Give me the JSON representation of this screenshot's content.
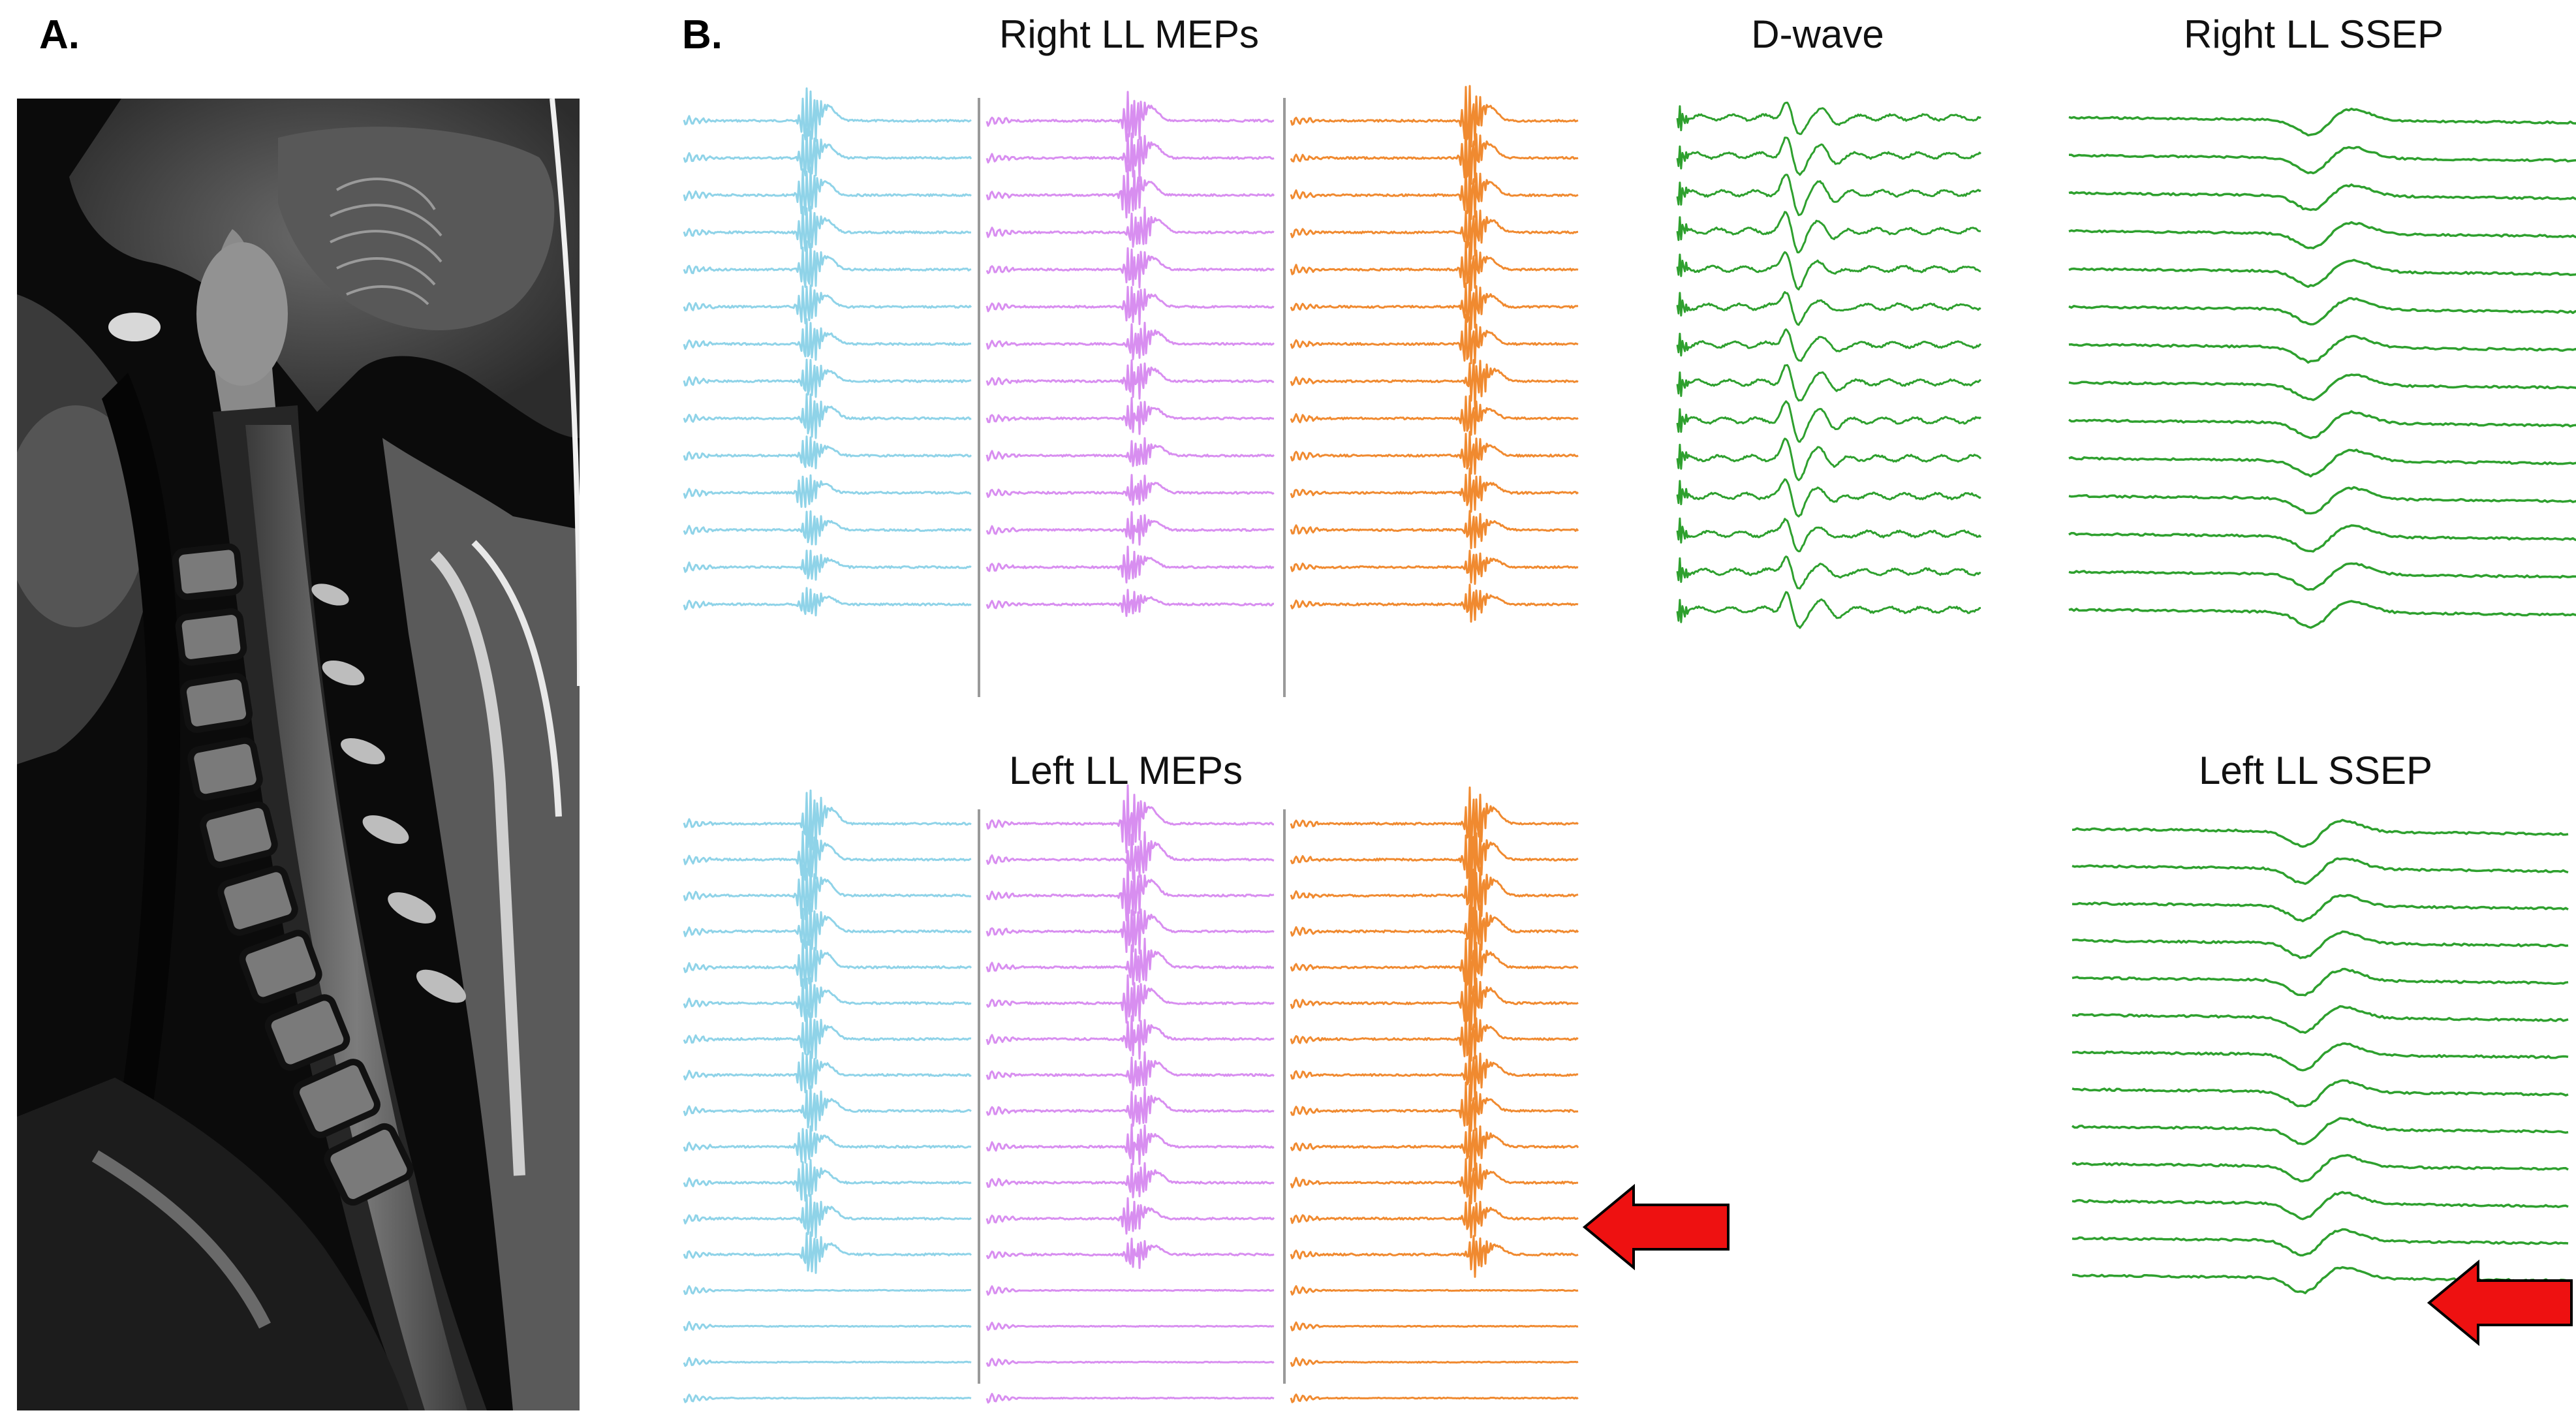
{
  "panel_a": {
    "label": "A."
  },
  "panel_b": {
    "label": "B.",
    "titles": {
      "right_ll_meps": "Right LL MEPs",
      "left_ll_meps": "Left LL MEPs",
      "d_wave": "D-wave",
      "right_ll_ssep": "Right LL SSEP",
      "left_ll_ssep": "Left LL SSEP"
    }
  },
  "colors": {
    "mep_col1": "#8fd3e8",
    "mep_col2": "#d88ef0",
    "mep_col3": "#f08a30",
    "d_wave": "#2ea02e",
    "ssep": "#2ea02e",
    "divider": "#9a9a9a",
    "arrow": "#ee1111",
    "arrow_outline": "#000000"
  },
  "traces": {
    "right_ll_meps_rows": 14,
    "left_ll_meps_rows": 13,
    "left_ll_meps_lost_rows": 4,
    "d_wave_rows": 14,
    "right_ll_ssep_rows": 14,
    "left_ll_ssep_rows": 13
  }
}
